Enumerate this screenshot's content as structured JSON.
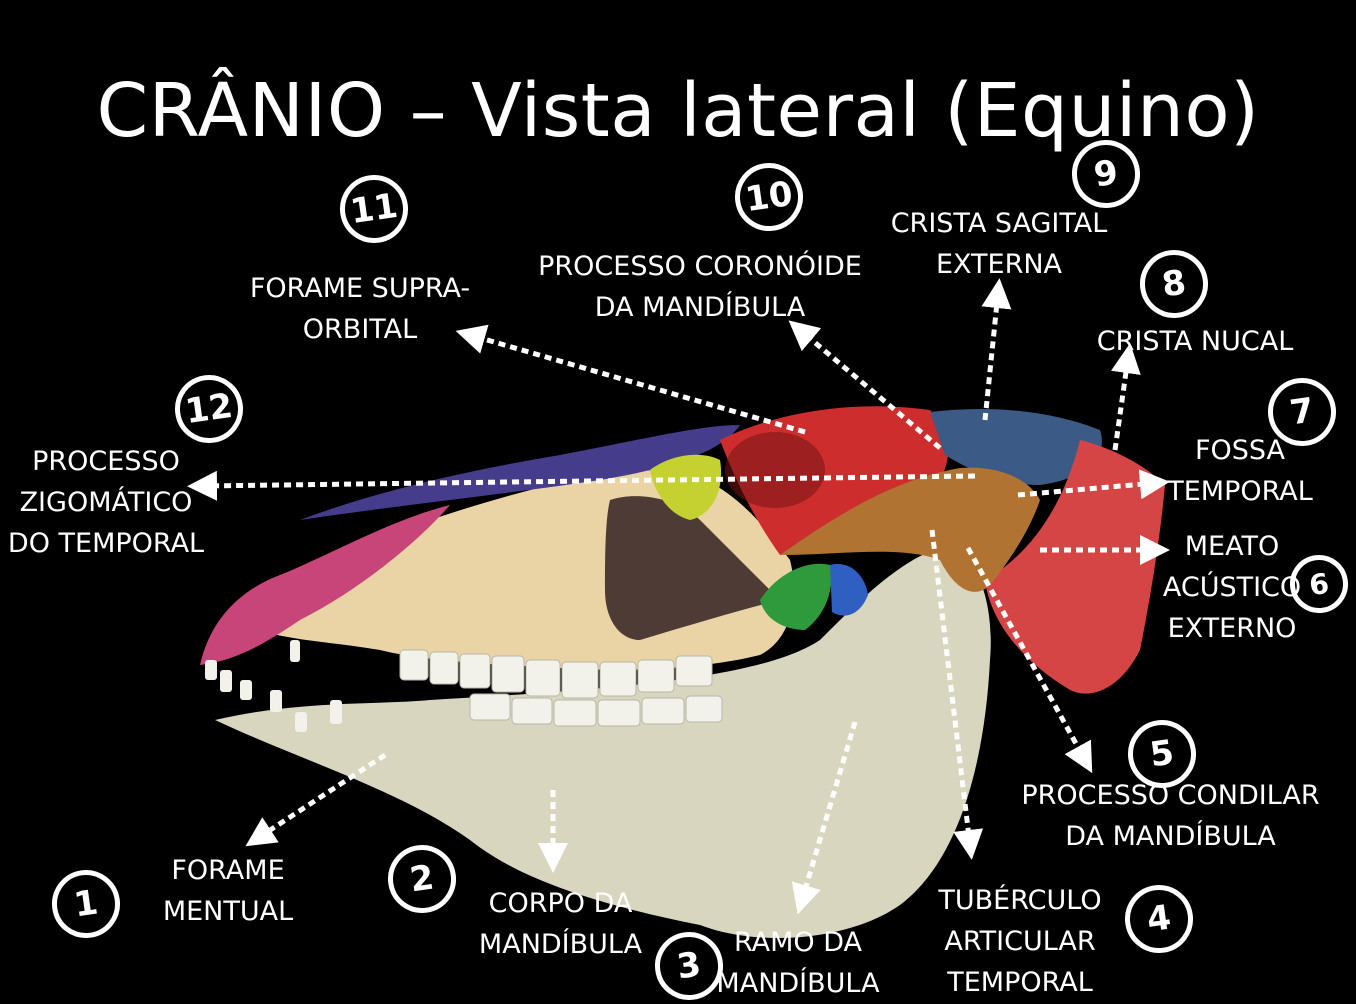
{
  "title": "CRÂNIO – Vista lateral (Equino)",
  "labels": [
    {
      "num": "1",
      "lines": [
        "FORAME",
        "MENTUAL"
      ]
    },
    {
      "num": "2",
      "lines": [
        "CORPO DA",
        "MANDÍBULA"
      ]
    },
    {
      "num": "3",
      "lines": [
        "RAMO DA",
        "MANDÍBULA"
      ]
    },
    {
      "num": "4",
      "lines": [
        "TUBÉRCULO",
        "ARTICULAR",
        "TEMPORAL"
      ]
    },
    {
      "num": "5",
      "lines": [
        "PROCESSO CONDILAR",
        "DA MANDÍBULA"
      ]
    },
    {
      "num": "6",
      "lines": [
        "MEATO",
        "ACÚSTICO",
        "EXTERNO"
      ]
    },
    {
      "num": "7",
      "lines": [
        "FOSSA",
        "TEMPORAL"
      ]
    },
    {
      "num": "8",
      "lines": [
        "CRISTA NUCAL"
      ]
    },
    {
      "num": "9",
      "lines": [
        "CRISTA SAGITAL",
        "EXTERNA"
      ]
    },
    {
      "num": "10",
      "lines": [
        "PROCESSO CORONÓIDE",
        "DA MANDÍBULA"
      ]
    },
    {
      "num": "11",
      "lines": [
        "FORAME SUPRA-",
        "ORBITAL"
      ]
    },
    {
      "num": "12",
      "lines": [
        "PROCESSO",
        "ZIGOMÁTICO",
        "DO TEMPORAL"
      ]
    }
  ],
  "colors": {
    "background": "#000000",
    "mandible": "#d9d6bf",
    "maxilla": "#ead4a6",
    "incisive": "#c8457a",
    "nasal": "#463c8c",
    "frontal": "#cd2d2d",
    "lacrimal": "#c4d130",
    "zygomatic": "#4f3b35",
    "temporal": "#b07332",
    "parietal": "#3b5a86",
    "occipital": "#d64545",
    "pterygoid": "#2e9a3c",
    "sphenoid": "#2f5fc0",
    "teeth": "#f2f1ea"
  }
}
